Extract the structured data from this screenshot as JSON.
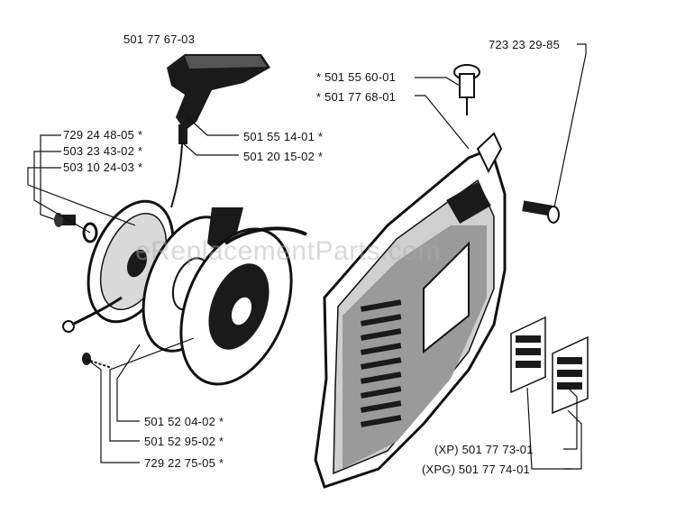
{
  "watermark": "eReplacementParts.com",
  "colors": {
    "ink": "#111111",
    "fill_dark": "#1a1a1a",
    "paper": "#ffffff"
  },
  "labels": {
    "handle_part": "501 77 67-03",
    "bolt_top_right": "723 23 29-85",
    "grommet_a": "* 501 55 60-01",
    "grommet_b": "* 501 77 68-01",
    "screw_a": "729 24 48-05 *",
    "washer_a": "503 23 43-02 *",
    "spring_a": "503 10 24-03 *",
    "handle_insert": "501 55 14-01 *",
    "rope": "501 20 15-02 *",
    "pulley": "501 52 04-02 *",
    "pawl": "501 52 95-02 *",
    "screw_b": "729 22 75-05 *",
    "decal_xp": "(XP) 501 77 73-01",
    "decal_xpg": "(XPG) 501 77 74-01"
  }
}
